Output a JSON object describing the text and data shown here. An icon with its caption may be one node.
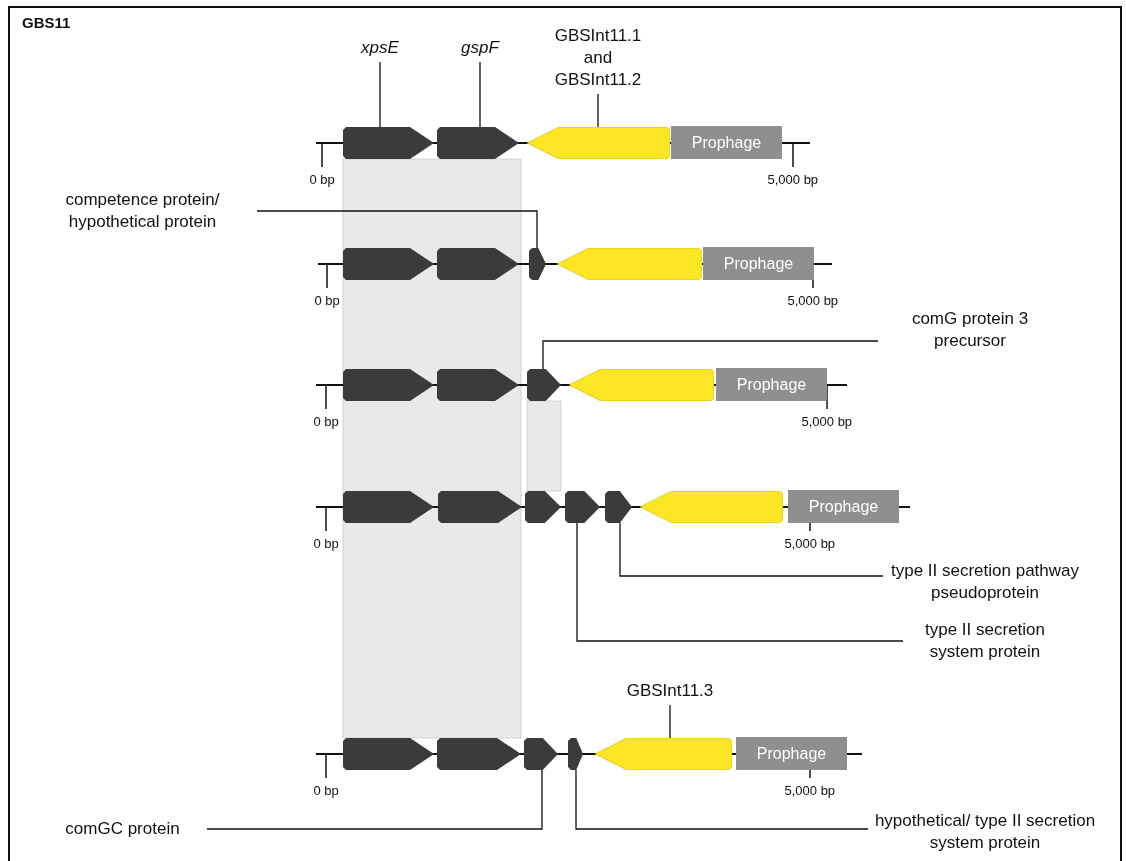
{
  "diagram": {
    "title": "GBS11",
    "nodes": [
      {
        "text": [
          "xpsE"
        ]
      },
      {
        "text": [
          "gspF"
        ]
      },
      {
        "text": [
          "GBSInt11.1 and GBSInt11.2"
        ]
      },
      {
        "text": [],
        "shape": "pentagon"
      },
      {
        "text": [],
        "shape": "pentagon"
      },
      {
        "text": [],
        "shape": "pentagon"
      },
      {
        "text": [
          "Prophage"
        ]
      },
      {
        "text": [
          "competence protein/ hypothetical protein"
        ]
      },
      {
        "text": [],
        "shape": "pentagon"
      },
      {
        "text": [],
        "shape": "pentagon"
      },
      {
        "text": [],
        "shape": "pentagon"
      },
      {
        "text": [],
        "shape": "pentagon"
      },
      {
        "text": [
          "Prophage"
        ]
      },
      {
        "text": [
          "comG protein 3 precursor"
        ]
      },
      {
        "text": [],
        "shape": "pentagon"
      },
      {
        "text": [],
        "shape": "pentagon"
      },
      {
        "text": [],
        "shape": "pentagon"
      },
      {
        "text": [],
        "shape": "pentagon"
      },
      {
        "text": [
          "Prophage"
        ]
      },
      {
        "text": [],
        "shape": "pentagon"
      },
      {
        "text": [],
        "shape": "pentagon"
      },
      {
        "text": [],
        "shape": "pentagon"
      },
      {
        "text": [],
        "shape": "pentagon"
      },
      {
        "text": [],
        "shape": "pentagon"
      },
      {
        "text": [],
        "shape": "pentagon"
      },
      {
        "text": [
          "Prophage"
        ]
      },
      {
        "text": [
          "type II secretion pathway pseudoprotein"
        ]
      },
      {
        "text": [
          "type II secretion system protein"
        ]
      },
      {
        "text": [
          "GBSInt11.3"
        ]
      },
      {
        "text": [],
        "shape": "pentagon"
      },
      {
        "text": [],
        "shape": "pentagon"
      },
      {
        "text": [],
        "shape": "pentagon"
      },
      {
        "text": [],
        "shape": "pentagon"
      },
      {
        "text": [],
        "shape": "pentagon"
      },
      {
        "text": [
          "Prophage"
        ]
      },
      {
        "text": [
          "comGC protein"
        ]
      },
      {
        "text": [
          "hypothetical/ type II secretion system protein"
        ]
      }
    ],
    "edges": [
      {
        "from": 0,
        "to": 3,
        "arrow": "none"
      },
      {
        "from": 1,
        "to": 4,
        "arrow": "none"
      },
      {
        "from": 2,
        "to": 5,
        "arrow": "none"
      },
      {
        "from": 7,
        "to": 10,
        "arrow": "none"
      },
      {
        "from": 13,
        "to": 16,
        "arrow": "none"
      },
      {
        "from": 26,
        "to": 23,
        "arrow": "none"
      },
      {
        "from": 27,
        "to": 22,
        "arrow": "none"
      },
      {
        "from": 28,
        "to": 33,
        "arrow": "none"
      },
      {
        "from": 35,
        "to": 31,
        "arrow": "none"
      },
      {
        "from": 36,
        "to": 32,
        "arrow": "none"
      }
    ],
    "labels": [
      "0 bp",
      "5,000 bp",
      "0 bp",
      "5,000 bp",
      "0 bp",
      "5,000 bp",
      "0 bp",
      "5,000 bp",
      "0 bp",
      "5,000 bp"
    ]
  }
}
